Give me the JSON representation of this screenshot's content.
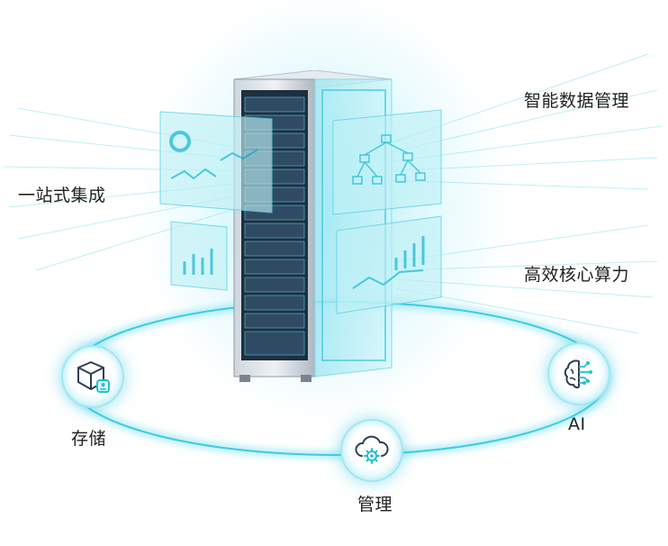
{
  "features": {
    "one_stop": "一站式集成",
    "data_mgmt": "智能数据管理",
    "compute": "高效核心算力"
  },
  "nodes": {
    "storage": "存储",
    "management": "管理",
    "ai": "AI"
  },
  "icons": {
    "storage": "cube-storage-icon",
    "management": "cloud-gear-icon",
    "ai": "brain-circuit-icon"
  },
  "colors": {
    "accent": "#27c6dc",
    "glow": "#7fe3f0",
    "text": "#222222"
  }
}
